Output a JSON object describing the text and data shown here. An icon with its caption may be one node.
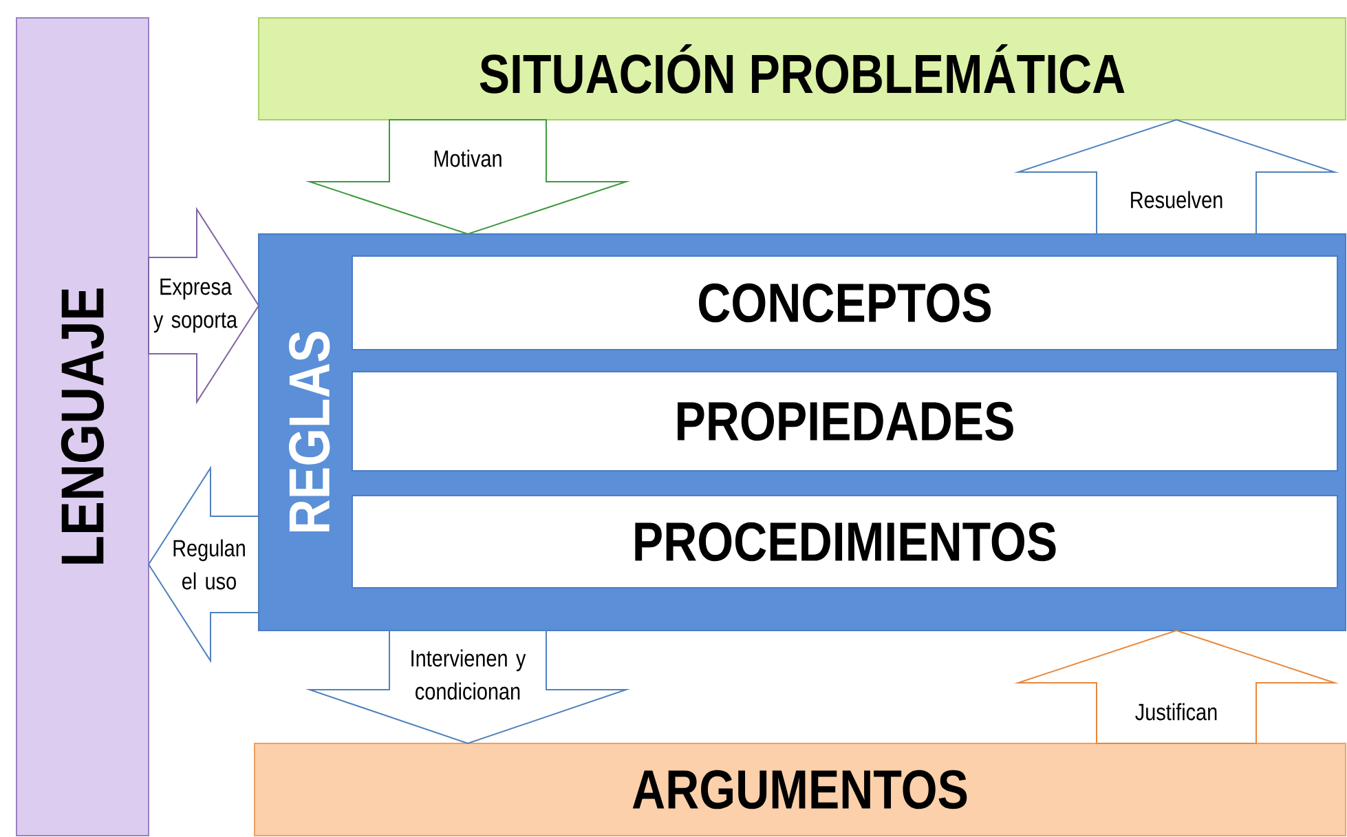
{
  "diagram": {
    "nodes": [
      {
        "text": [
          "LENGUAJE"
        ]
      },
      {
        "text": [
          "SITUACIÓN PROBLEMÁTICA"
        ]
      },
      {
        "text": [
          "REGLAS"
        ]
      },
      {
        "text": [
          "CONCEPTOS"
        ],
        "in": 2
      },
      {
        "text": [
          "PROPIEDADES"
        ],
        "in": 2
      },
      {
        "text": [
          "PROCEDIMIENTOS"
        ],
        "in": 2
      },
      {
        "text": [
          "ARGUMENTOS"
        ]
      }
    ],
    "edges": [
      {
        "from": 1,
        "to": 2,
        "arrow": "to",
        "label": "Motivan",
        "color": "#3c9a3c"
      },
      {
        "from": 2,
        "to": 1,
        "arrow": "to",
        "label": "Resuelven"
      },
      {
        "from": 0,
        "to": 2,
        "arrow": "to",
        "label": "Expresa y soporta",
        "color": "#8064a2"
      },
      {
        "from": 2,
        "to": 0,
        "arrow": "to",
        "label": "Regulan el uso"
      },
      {
        "from": 2,
        "to": 6,
        "arrow": "to",
        "label": "Intervienen y condicionan"
      },
      {
        "from": 6,
        "to": 2,
        "arrow": "to",
        "label": "Justifican",
        "color": "#e8873a"
      }
    ]
  }
}
